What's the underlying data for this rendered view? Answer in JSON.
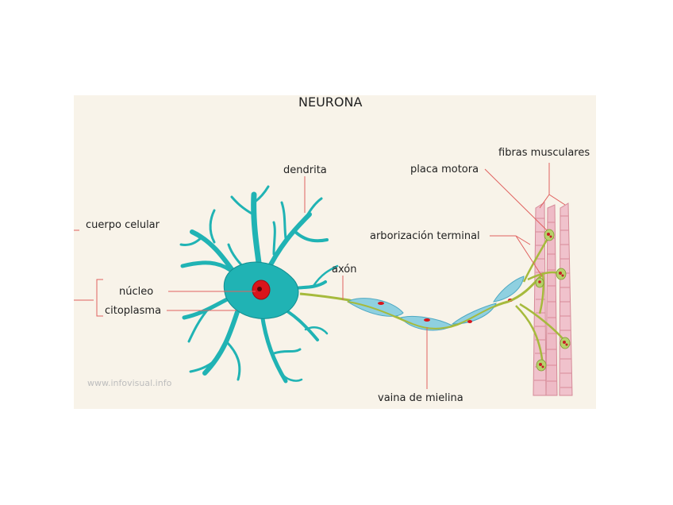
{
  "title": "NEURONA",
  "labels": {
    "cuerpo_celular": "cuerpo celular",
    "nucleo": "núcleo",
    "citoplasma": "citoplasma",
    "dendrita": "dendrita",
    "axon": "axón",
    "vaina_de_mielina": "vaina de mielina",
    "placa_motora": "placa motora",
    "arborizacion_terminal": "arborización terminal",
    "fibras_musculares": "fibras musculares"
  },
  "watermark": "www.infovisual.info",
  "colors": {
    "background_panel": "#f8f3e9",
    "neuron": "#20b3b4",
    "neuron_dark": "#128e90",
    "nucleus": "#d9151b",
    "axon": "#a6ba3c",
    "myelin": "#8fd0e0",
    "muscle": "#f0c2cc",
    "leader_line": "#e0605e"
  }
}
